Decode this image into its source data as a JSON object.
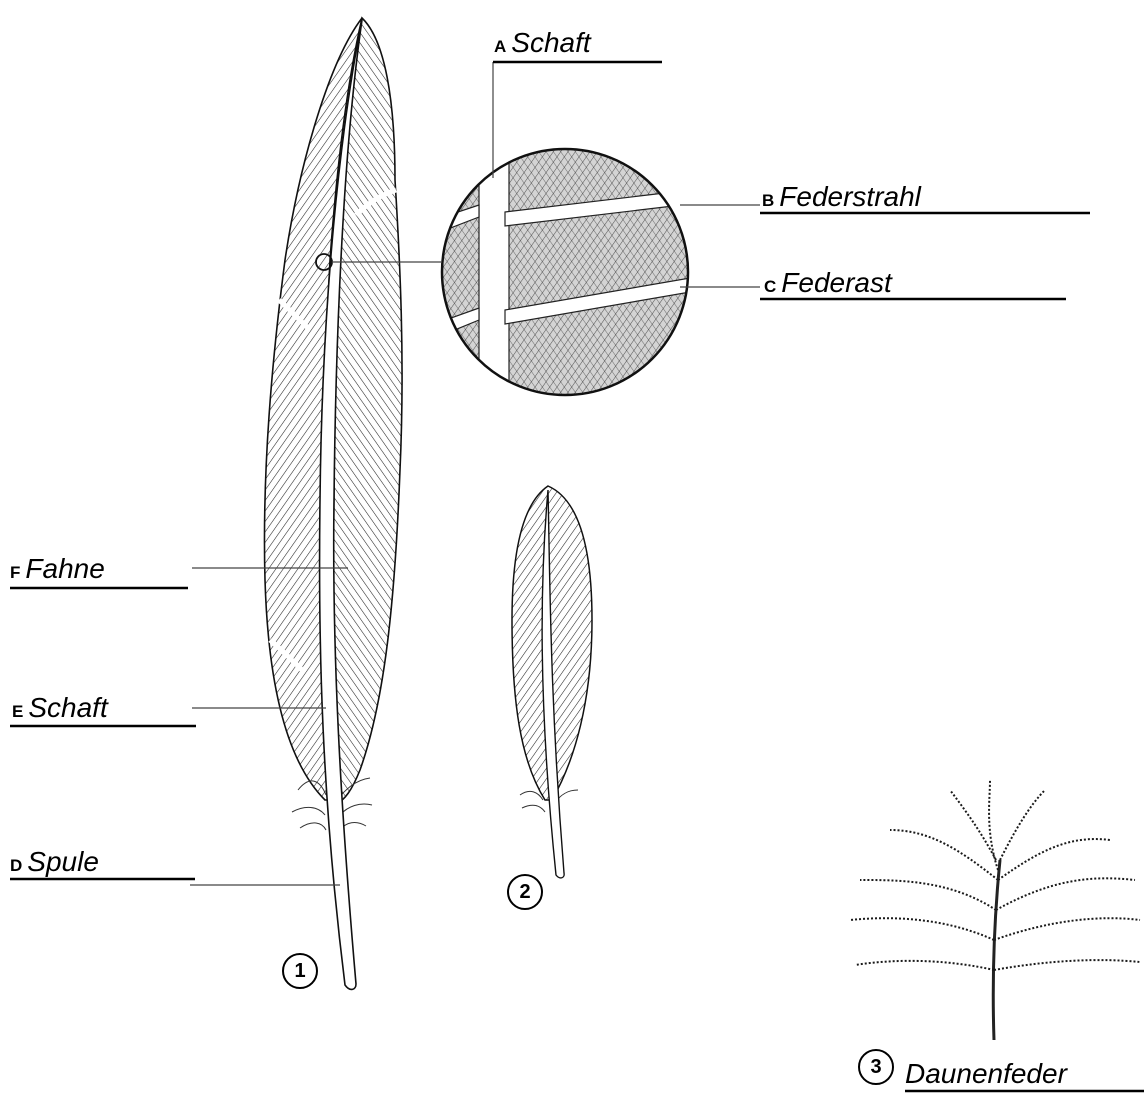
{
  "labels": {
    "a": {
      "letter": "A",
      "word": "Schaft"
    },
    "b": {
      "letter": "B",
      "word": "Federstrahl"
    },
    "c": {
      "letter": "C",
      "word": "Federast"
    },
    "d": {
      "letter": "D",
      "word": "Spule"
    },
    "e": {
      "letter": "E",
      "word": "Schaft"
    },
    "f": {
      "letter": "F",
      "word": "Fahne"
    }
  },
  "feathers": {
    "one": {
      "number": "1"
    },
    "two": {
      "number": "2"
    },
    "three": {
      "number": "3",
      "name": "Daunenfeder"
    }
  }
}
